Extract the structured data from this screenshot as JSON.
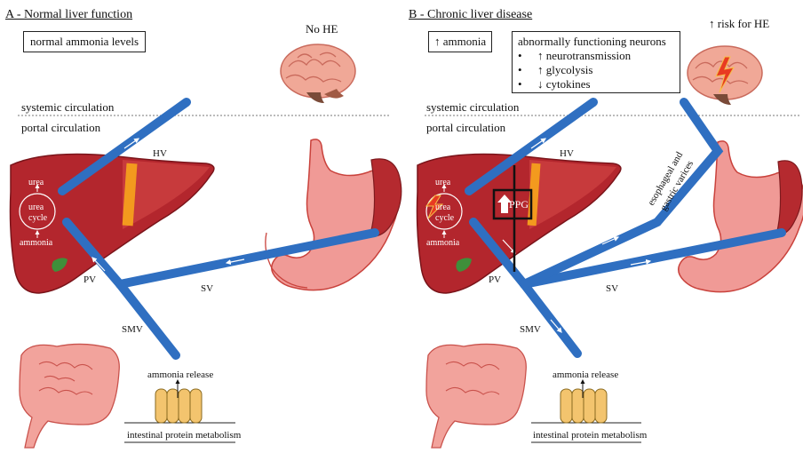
{
  "panelA": {
    "title": "A - Normal liver function",
    "ammonia_box": "normal ammonia levels",
    "brain_label": "No HE",
    "systemic": "systemic circulation",
    "portal": "portal circulation",
    "hv": "HV",
    "pv": "PV",
    "sv": "SV",
    "smv": "SMV",
    "urea": "urea",
    "urea_cycle_1": "urea",
    "urea_cycle_2": "cycle",
    "ammonia_small": "ammonia",
    "ammonia_release": "ammonia release",
    "intestinal": "intestinal protein metabolism"
  },
  "panelB": {
    "title": "B - Chronic liver disease",
    "ammonia_box": "↑ ammonia",
    "neurons_title": "abnormally functioning neurons",
    "neurons_items": [
      "↑ neurotransmission",
      "↑ glycolysis",
      "↓ cytokines"
    ],
    "bullet": "•",
    "brain_label": "↑ risk for HE",
    "systemic": "systemic circulation",
    "portal": "portal circulation",
    "hv": "HV",
    "pv": "PV",
    "sv": "SV",
    "smv": "SMV",
    "ppg": "PPG",
    "varices_1": "esophageal and",
    "varices_2": "gastric varices",
    "urea": "urea",
    "urea_cycle_1": "urea",
    "urea_cycle_2": "cycle",
    "ammonia_small": "ammonia",
    "ammonia_release": "ammonia release",
    "intestinal": "intestinal protein metabolism"
  },
  "colors": {
    "vessel": "#2f6fc1",
    "liver": "#b3262d",
    "liver_dark": "#8c1b22",
    "stomach": "#f09a96",
    "stomach_dark": "#c9423c",
    "intestine": "#f2a39c",
    "brain": "#f0a897",
    "villi": "#f3c46e",
    "gallbladder": "#3f8f3a",
    "lightning": "#e83a22"
  }
}
